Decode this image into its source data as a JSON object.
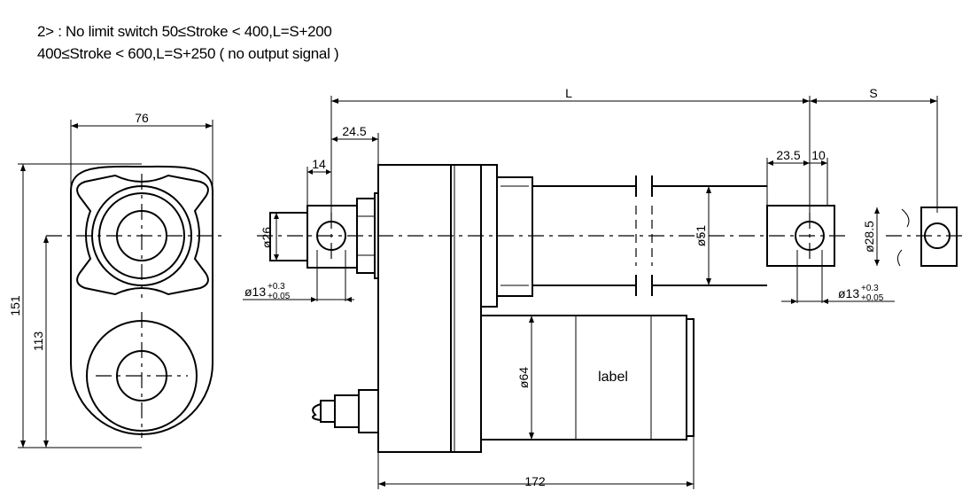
{
  "notes": {
    "line1": "2> : No limit switch    50≤Stroke < 400,L=S+200",
    "line2": "400≤Stroke < 600,L=S+250  ( no output signal )"
  },
  "dimensions": {
    "width_76": "76",
    "height_151": "151",
    "height_113": "113",
    "len_24_5": "24.5",
    "len_14": "14",
    "dia_26": "ø26",
    "hole_13_left": "ø13",
    "tol_plus": "+0.3",
    "tol_minus": "+0.05",
    "L": "L",
    "S": "S",
    "len_23_5": "23.5",
    "len_10": "10",
    "dia_51": "ø51",
    "dia_28_5": "ø28.5",
    "hole_13_right": "ø13",
    "dia_64": "ø64",
    "len_172": "172"
  },
  "motor_label": "label"
}
